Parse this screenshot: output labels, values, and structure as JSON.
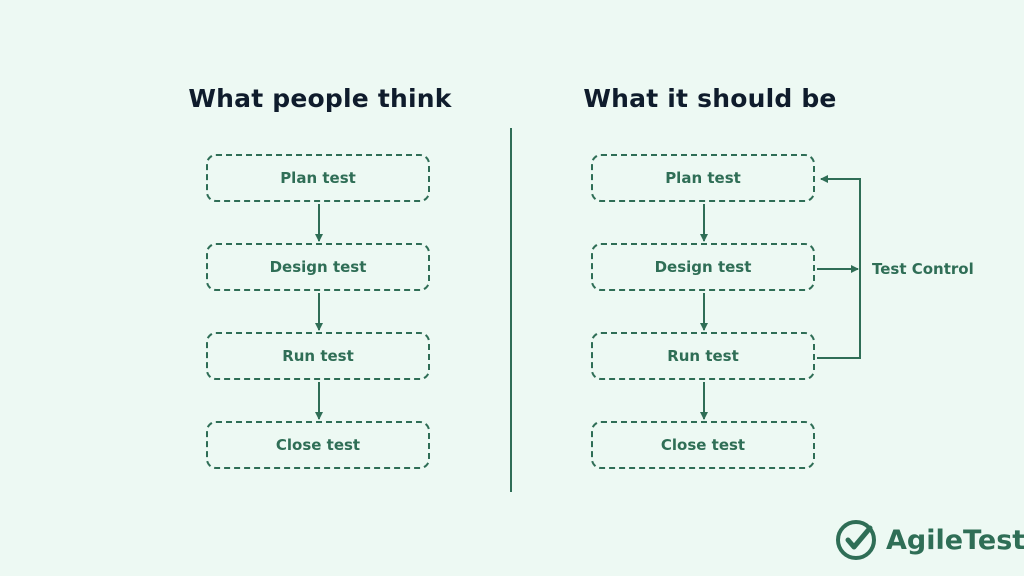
{
  "left": {
    "heading": "What people think",
    "steps": [
      "Plan test",
      "Design test",
      "Run test",
      "Close test"
    ]
  },
  "right": {
    "heading": "What it should be",
    "steps": [
      "Plan test",
      "Design test",
      "Run test",
      "Close test"
    ],
    "side_label": "Test Control"
  },
  "logo": {
    "text": "AgileTest",
    "icon": "check-circle-icon"
  },
  "colors": {
    "background": "#edf9f3",
    "accent": "#2f6e56",
    "heading": "#0f1c2c"
  }
}
